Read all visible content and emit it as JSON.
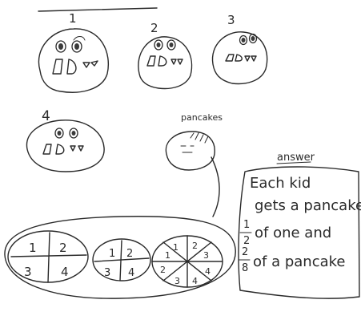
{
  "kids": [
    {
      "number": "1"
    },
    {
      "number": "2"
    },
    {
      "number": "3"
    },
    {
      "number": "4"
    }
  ],
  "pancakes_label": "pancakes",
  "answer": {
    "heading": "answer",
    "line1": "Each kid",
    "line2": "gets a pancake",
    "line3_fraction_num": "1",
    "line3_fraction_den": "2",
    "line3_text": "of one and",
    "line4_fraction_num": "2",
    "line4_fraction_den": "8",
    "line4_text": "of a pancake"
  },
  "pancake_pieces": {
    "first": [
      "1",
      "2",
      "3",
      "4"
    ],
    "second": [
      "1",
      "2",
      "3",
      "4"
    ],
    "third": [
      "1",
      "2",
      "3",
      "4",
      "1",
      "2",
      "3",
      "4"
    ]
  }
}
